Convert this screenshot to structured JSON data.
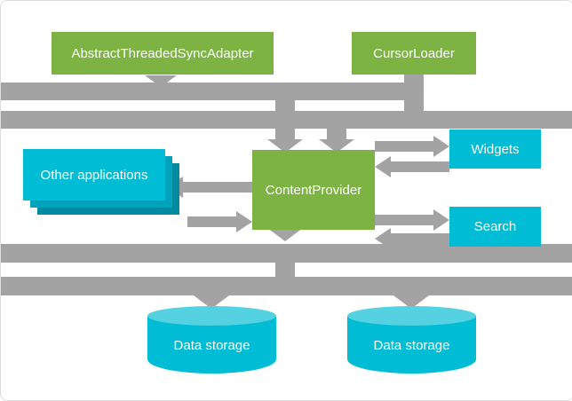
{
  "nodes": {
    "abstract_threaded_sync_adapter": {
      "label": "AbstractThreadedSyncAdapter",
      "type": "green-box"
    },
    "cursor_loader": {
      "label": "CursorLoader",
      "type": "green-box"
    },
    "content_provider": {
      "label": "ContentProvider",
      "type": "green-box"
    },
    "other_applications": {
      "label": "Other applications",
      "type": "cyan-stacked-box"
    },
    "widgets": {
      "label": "Widgets",
      "type": "cyan-box"
    },
    "search": {
      "label": "Search",
      "type": "cyan-box"
    },
    "data_storage_left": {
      "label": "Data storage",
      "type": "cyan-cylinder"
    },
    "data_storage_right": {
      "label": "Data storage",
      "type": "cyan-cylinder"
    }
  },
  "connections": [
    {
      "from": "AbstractThreadedSyncAdapter",
      "to": "ContentProvider",
      "direction": "down"
    },
    {
      "from": "CursorLoader",
      "to": "ContentProvider",
      "direction": "down"
    },
    {
      "from": "ContentProvider",
      "to": "Other applications",
      "bidirectional": true
    },
    {
      "from": "ContentProvider",
      "to": "Widgets",
      "bidirectional": true
    },
    {
      "from": "ContentProvider",
      "to": "Search",
      "bidirectional": true
    },
    {
      "from": "ContentProvider",
      "to": "Data storage (left)",
      "direction": "down"
    },
    {
      "from": "ContentProvider",
      "to": "Data storage (right)",
      "direction": "down"
    }
  ],
  "colors": {
    "green_box": "#7CB342",
    "cyan_box": "#00BCD4",
    "cyan_shadow_mid": "#00A3BB",
    "cyan_shadow_dark": "#008BA1",
    "cylinder_top": "#55D2E1",
    "arrow_gray": "#A3A3A3",
    "background": "#FFFFFF",
    "text": "#FFFFFF"
  }
}
